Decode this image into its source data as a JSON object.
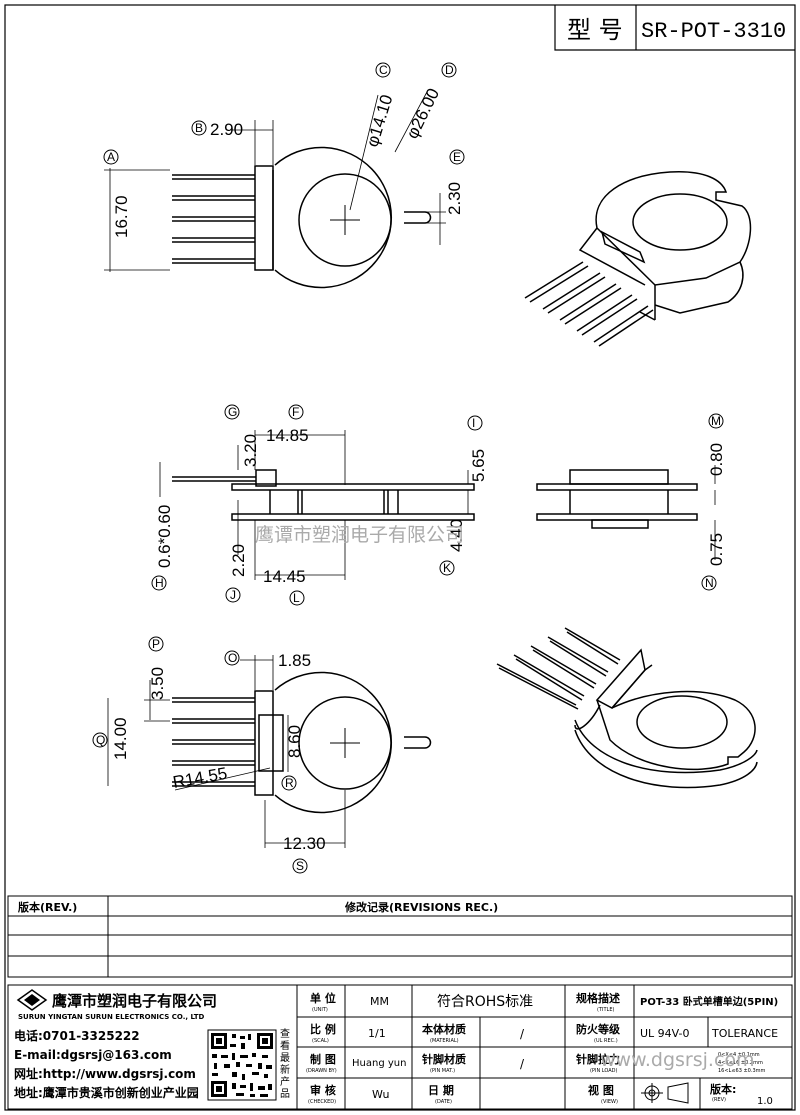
{
  "model": {
    "label": "型 号",
    "value": "SR-POT-3310"
  },
  "dimensions": {
    "A": "A",
    "B": "B",
    "C": "C",
    "D": "D",
    "E": "E",
    "F": "F",
    "G": "G",
    "H": "H",
    "I": "I",
    "J": "J",
    "K": "K",
    "L": "L",
    "M": "M",
    "N": "N",
    "O": "O",
    "P": "P",
    "Q": "Q",
    "R": "R",
    "S": "S",
    "v_290": "2.90",
    "v_1410": "φ14.10",
    "v_2600": "φ26.00",
    "v_230": "2.30",
    "v_1670": "16.70",
    "v_320": "3.20",
    "v_1485": "14.85",
    "v_565": "5.65",
    "v_060": "0.6*0.60",
    "v_220": "2.20",
    "v_1445": "14.45",
    "v_440": "4.40",
    "v_080": "0.80",
    "v_075": "0.75",
    "v_185": "1.85",
    "v_350": "3.50",
    "v_1400": "14.00",
    "v_860": "8.60",
    "v_r1455": "R14.55",
    "v_1230": "12.30"
  },
  "watermark": "鹰谭市塑润电子有限公司",
  "revisions": {
    "rev_header": "版本(REV.)",
    "rec_header": "修改记录(REVISIONS REC.)"
  },
  "company": {
    "name_cn": "鹰潭市塑润电子有限公司",
    "name_en": "SURUN YINGTAN SURUN ELECTRONICS CO., LTD",
    "phone": "电话:0701-3325222",
    "email": "E-mail:dgsrsj@163.com",
    "web": "网址:http://www.dgsrsj.com",
    "address": "地址:鹰潭市贵溪市创新创业产业园",
    "qr_caption": [
      "查",
      "看",
      "最",
      "新",
      "产",
      "品"
    ]
  },
  "titleblock": {
    "unit_cn": "单 位",
    "unit_en": "(UNIT)",
    "unit_val": "MM",
    "scale_cn": "比 例",
    "scale_en": "(SCAL)",
    "scale_val": "1/1",
    "drawn_cn": "制 图",
    "drawn_en": "(DRAWN BY)",
    "drawn_val": "Huang yun",
    "checked_cn": "审 核",
    "checked_en": "(CHECKED)",
    "checked_val": "Wu",
    "rohs": "符合ROHS标准",
    "material_cn": "本体材质",
    "material_en": "(MATERIAL)",
    "material_val": "/",
    "pinmat_cn": "针脚材质",
    "pinmat_en": "(PIN MAT.)",
    "pinmat_val": "/",
    "date_cn": "日 期",
    "date_en": "(DATE)",
    "title_cn": "规格描述",
    "title_en": "(TITLE)",
    "title_val": "POT-33 卧式单槽单边(5PIN)",
    "ul_cn": "防火等级",
    "ul_en": "(UL REC.)",
    "ul_val": "UL 94V-0",
    "tol": "TOLERANCE",
    "pinload_cn": "针脚拉力",
    "pinload_en": "(PIN LOAD)",
    "tol_lines": [
      "0<X≤4    ±0.1mm",
      "4<X≤16   ±0.2mm",
      "16<L≤63  ±0.3mm"
    ],
    "view_cn": "视 图",
    "view_en": "(VIEW)",
    "rev_cn": "版本:",
    "rev_en": "(REV)",
    "rev_val": "1.0"
  },
  "watermark2": "www.dgsrsj.com"
}
